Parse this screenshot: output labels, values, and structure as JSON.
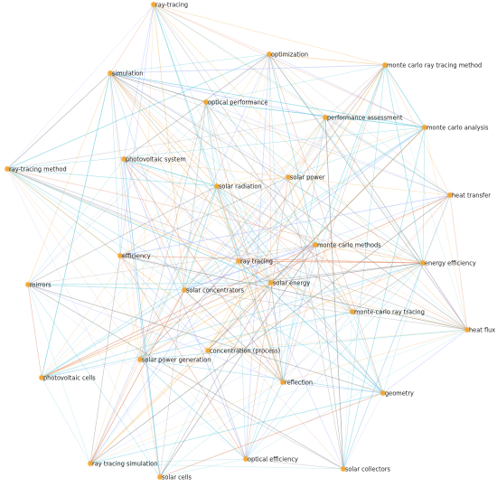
{
  "graph": {
    "node_color": "#f2a630",
    "edge_colors": [
      "#5ec8d8",
      "#7fd3e0",
      "#f3c27a",
      "#e08b6a",
      "#8a8a8a",
      "#a9b7ff"
    ],
    "nodes": [
      {
        "id": "ray-tracing",
        "label": "ray-tracing"
      },
      {
        "id": "optimization",
        "label": "optimization"
      },
      {
        "id": "simulation",
        "label": "simulation"
      },
      {
        "id": "monte-carlo-ray-tracing-method",
        "label": "monte carlo ray tracing method"
      },
      {
        "id": "optical-performance",
        "label": "optical performance"
      },
      {
        "id": "performance-assessment",
        "label": "performance assessment"
      },
      {
        "id": "monte-carlo-analysis",
        "label": "monte carlo analysis"
      },
      {
        "id": "photovoltaic-system",
        "label": "photovoltaic system"
      },
      {
        "id": "ray-tracing-method",
        "label": "ray-tracing method"
      },
      {
        "id": "solar-power",
        "label": "solar power"
      },
      {
        "id": "solar-radiation",
        "label": "solar radiation"
      },
      {
        "id": "heat-transfer",
        "label": "heat transfer"
      },
      {
        "id": "monte-carlo-methods",
        "label": "monte carlo methods"
      },
      {
        "id": "efficiency",
        "label": "efficiency"
      },
      {
        "id": "ray-tracing-2",
        "label": "ray tracing"
      },
      {
        "id": "energy-efficiency",
        "label": "energy efficiency"
      },
      {
        "id": "mirrors",
        "label": "mirrors"
      },
      {
        "id": "solar-energy",
        "label": "solar energy"
      },
      {
        "id": "solar-concentrators",
        "label": "solar concentrators"
      },
      {
        "id": "monte-carlo-ray-tracing",
        "label": "monte-carlo ray tracing"
      },
      {
        "id": "heat-flux",
        "label": "heat flux"
      },
      {
        "id": "concentration-process",
        "label": "concentration (process)"
      },
      {
        "id": "solar-power-generation",
        "label": "solar power generation"
      },
      {
        "id": "photovoltaic-cells",
        "label": "photovoltaic cells"
      },
      {
        "id": "reflection",
        "label": "reflection"
      },
      {
        "id": "geometry",
        "label": "geometry"
      },
      {
        "id": "ray-tracing-simulation",
        "label": "ray tracing simulation"
      },
      {
        "id": "optical-efficiency",
        "label": "optical efficiency"
      },
      {
        "id": "solar-collectors",
        "label": "solar collectors"
      },
      {
        "id": "solar-cells",
        "label": "solar cells"
      }
    ]
  }
}
